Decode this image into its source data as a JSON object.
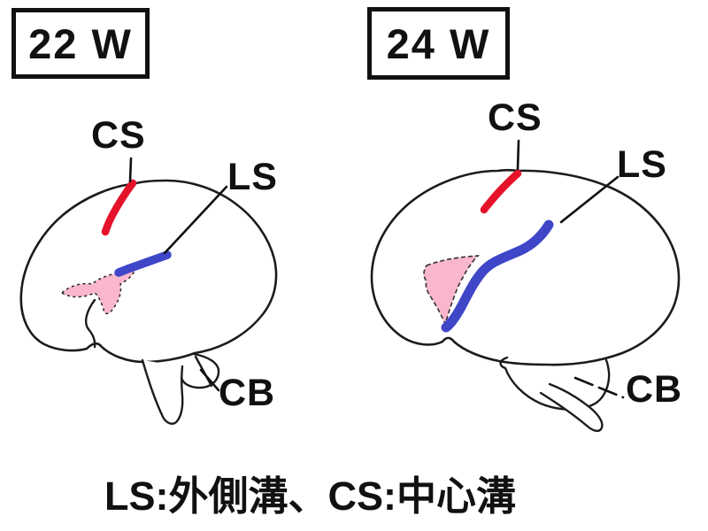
{
  "figure": {
    "panels": [
      {
        "stage_label": "22 W",
        "cs_label": "CS",
        "ls_label": "LS",
        "cb_label": "CB"
      },
      {
        "stage_label": "24 W",
        "cs_label": "CS",
        "ls_label": "LS",
        "cb_label": "CB"
      }
    ],
    "caption": "LS:外側溝、CS:中心溝",
    "colors": {
      "central_sulcus_red": "#e5132a",
      "lateral_sulcus_blue": "#3f46c8",
      "sylvian_fossa_pink": "#f9b6cc",
      "line_black": "#1c1c1c",
      "text_black": "#111111",
      "background": "#ffffff"
    }
  }
}
